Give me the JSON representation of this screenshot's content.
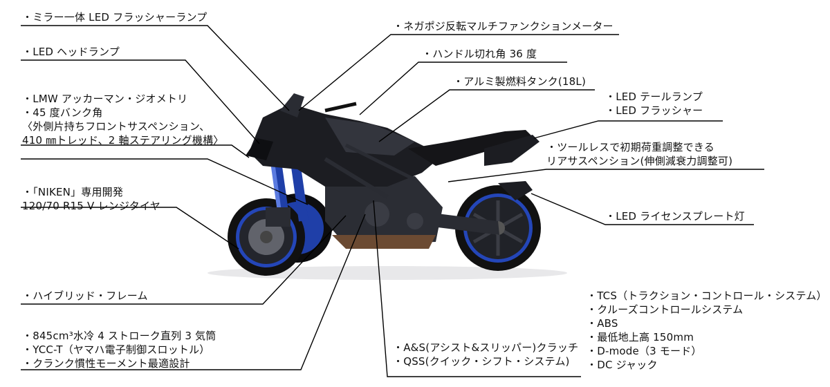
{
  "labels": {
    "mirror_flasher": "・ミラー一体 LED フラッシャーランプ",
    "headlamp": "・LED ヘッドランプ",
    "lmw_1": "・LMW アッカーマン・ジオメトリ",
    "lmw_2": "・45 度バンク角",
    "lmw_3": "〈外側片持ちフロントサスペンション、",
    "lmw_4": "410 ㎜トレッド、2 軸ステアリング機構〉",
    "tire_1": "・「NIKEN」専用開発",
    "tire_2": "120/70 R15 V レンジタイヤ",
    "frame": "・ハイブリッド・フレーム",
    "engine_1": "・845cm³水冷 4 ストローク直列 3 気筒",
    "engine_2": "・YCC-T（ヤマハ電子制御スロットル）",
    "engine_3": "・クランク慣性モーメント最適設計",
    "meter": "・ネガポジ反転マルチファンクションメーター",
    "handle": "・ハンドル切れ角 36 度",
    "tank": "・アルミ製燃料タンク(18L)",
    "tail_1": "・LED テールランプ",
    "tail_2": "・LED フラッシャー",
    "rear_susp_1": "・ツールレスで初期荷重調整できる",
    "rear_susp_2": "リアサスペンション(伸側減衰力調整可)",
    "license": "・LED ライセンスプレート灯",
    "clutch_1": "・A&S(アシスト&スリッパー)クラッチ",
    "clutch_2": "・QSS(クイック・シフト・システム)",
    "sys_1": "・TCS（トラクション・コントロール・システム）",
    "sys_2": "・クルーズコントロールシステム",
    "sys_3": "・ABS",
    "sys_4": "・最低地上高 150mm",
    "sys_5": "・D-mode（3 モード）",
    "sys_6": "・DC ジャック"
  },
  "colors": {
    "body": "#1c1d22",
    "body_light": "#3a3c44",
    "fork_blue": "#1f3fa8",
    "wheel_blue": "#2446b8",
    "tire": "#111111",
    "leader": "#000000",
    "exhaust": "#6b4a32"
  }
}
